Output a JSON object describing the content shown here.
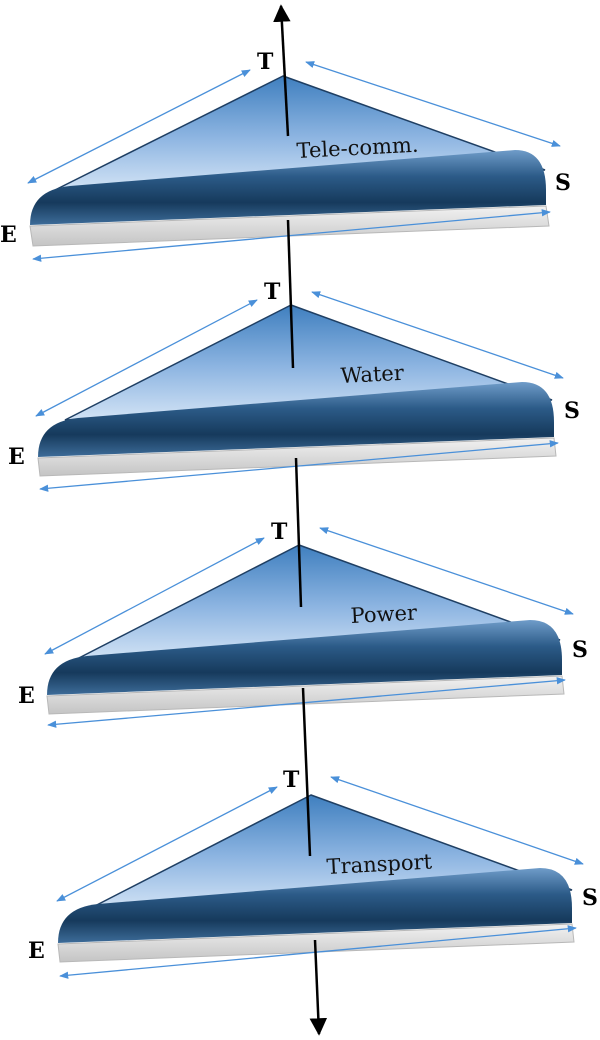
{
  "diagram": {
    "corner_labels": {
      "top": "T",
      "left": "E",
      "right": "S"
    },
    "layers": [
      {
        "name": "Tele-comm."
      },
      {
        "name": "Water"
      },
      {
        "name": "Power"
      },
      {
        "name": "Transport"
      }
    ],
    "colors": {
      "triangle_light": "#c7dcf3",
      "triangle_dark": "#3f7fbf",
      "base_dark": "#163a5c",
      "base_light": "#6f9cc9",
      "shadow_plate": "#cccccc",
      "dimension_arrow": "#4a90d9",
      "axis_line": "#000000"
    }
  }
}
